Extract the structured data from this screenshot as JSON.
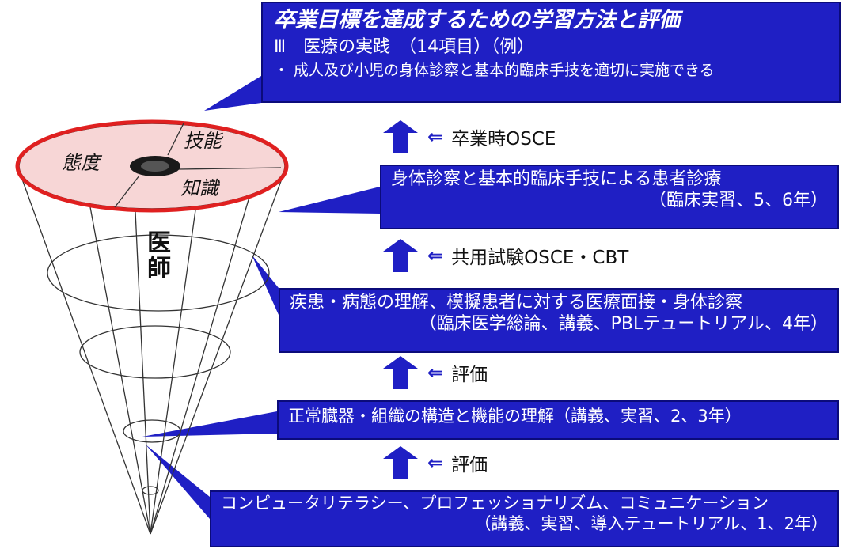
{
  "header": {
    "title": "卒業目標を達成するための学習方法と評価",
    "subtitle": "Ⅲ　医療の実践　（14項目）（例）",
    "item": "・ 成人及び小児の身体診察と基本的臨床手技を適切に実施できる"
  },
  "cone": {
    "disc_labels": [
      "技能",
      "態度",
      "知識"
    ],
    "core_label": "医師"
  },
  "steps": [
    {
      "label": "卒業時OSCE"
    },
    {
      "label": "共用試験OSCE・CBT"
    },
    {
      "label": "評価"
    },
    {
      "label": "評価"
    }
  ],
  "boxes": [
    {
      "line1": "身体診察と基本的臨床手技による患者診療",
      "line2": "（臨床実習、5、6年）"
    },
    {
      "line1": "疾患・病態の理解、模擬患者に対する医療面接・身体診察",
      "line2": "（臨床医学総論、講義、PBLテュートリアル、4年）"
    },
    {
      "line1": "正常臓器・組織の構造と機能の理解（講義、実習、2、3年）"
    },
    {
      "line1": "コンピュータリテラシー、プロフェッショナリズム、コミュニケーション",
      "line2": "（講義、実習、導入テュートリアル、1、2年）"
    }
  ],
  "colors": {
    "box_fill": "#1f1fc4",
    "disc_fill": "#f7d6d6",
    "ring": "#e02020",
    "arrow": "#1f1fc4"
  }
}
